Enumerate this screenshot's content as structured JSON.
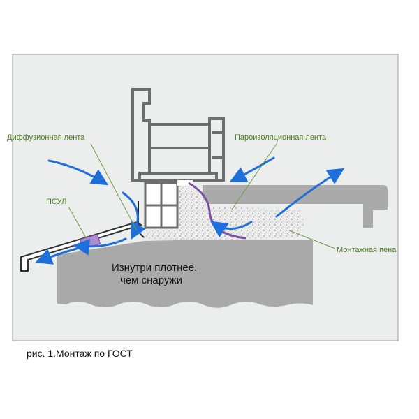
{
  "labels": {
    "diffusion_tape": "Диффузионная лента",
    "vapor_barrier_tape": "Пароизоляционная лента",
    "psul": "ПСУЛ",
    "mounting_foam": "Монтажная пена",
    "inside_line1": "Изнутри плотнее,",
    "inside_line2": "чем снаружи"
  },
  "caption": "рис. 1.Монтаж по ГОСТ",
  "colors": {
    "panel_bg": "#eceeee",
    "panel_border": "#9a9a9a",
    "wall": "#a9a9a9",
    "sill": "#aaaaaa",
    "foam": "#e8e8e8",
    "arrow": "#1e6fd9",
    "tape_purple": "#7b4fa6",
    "label_green": "#4a7d1e"
  }
}
